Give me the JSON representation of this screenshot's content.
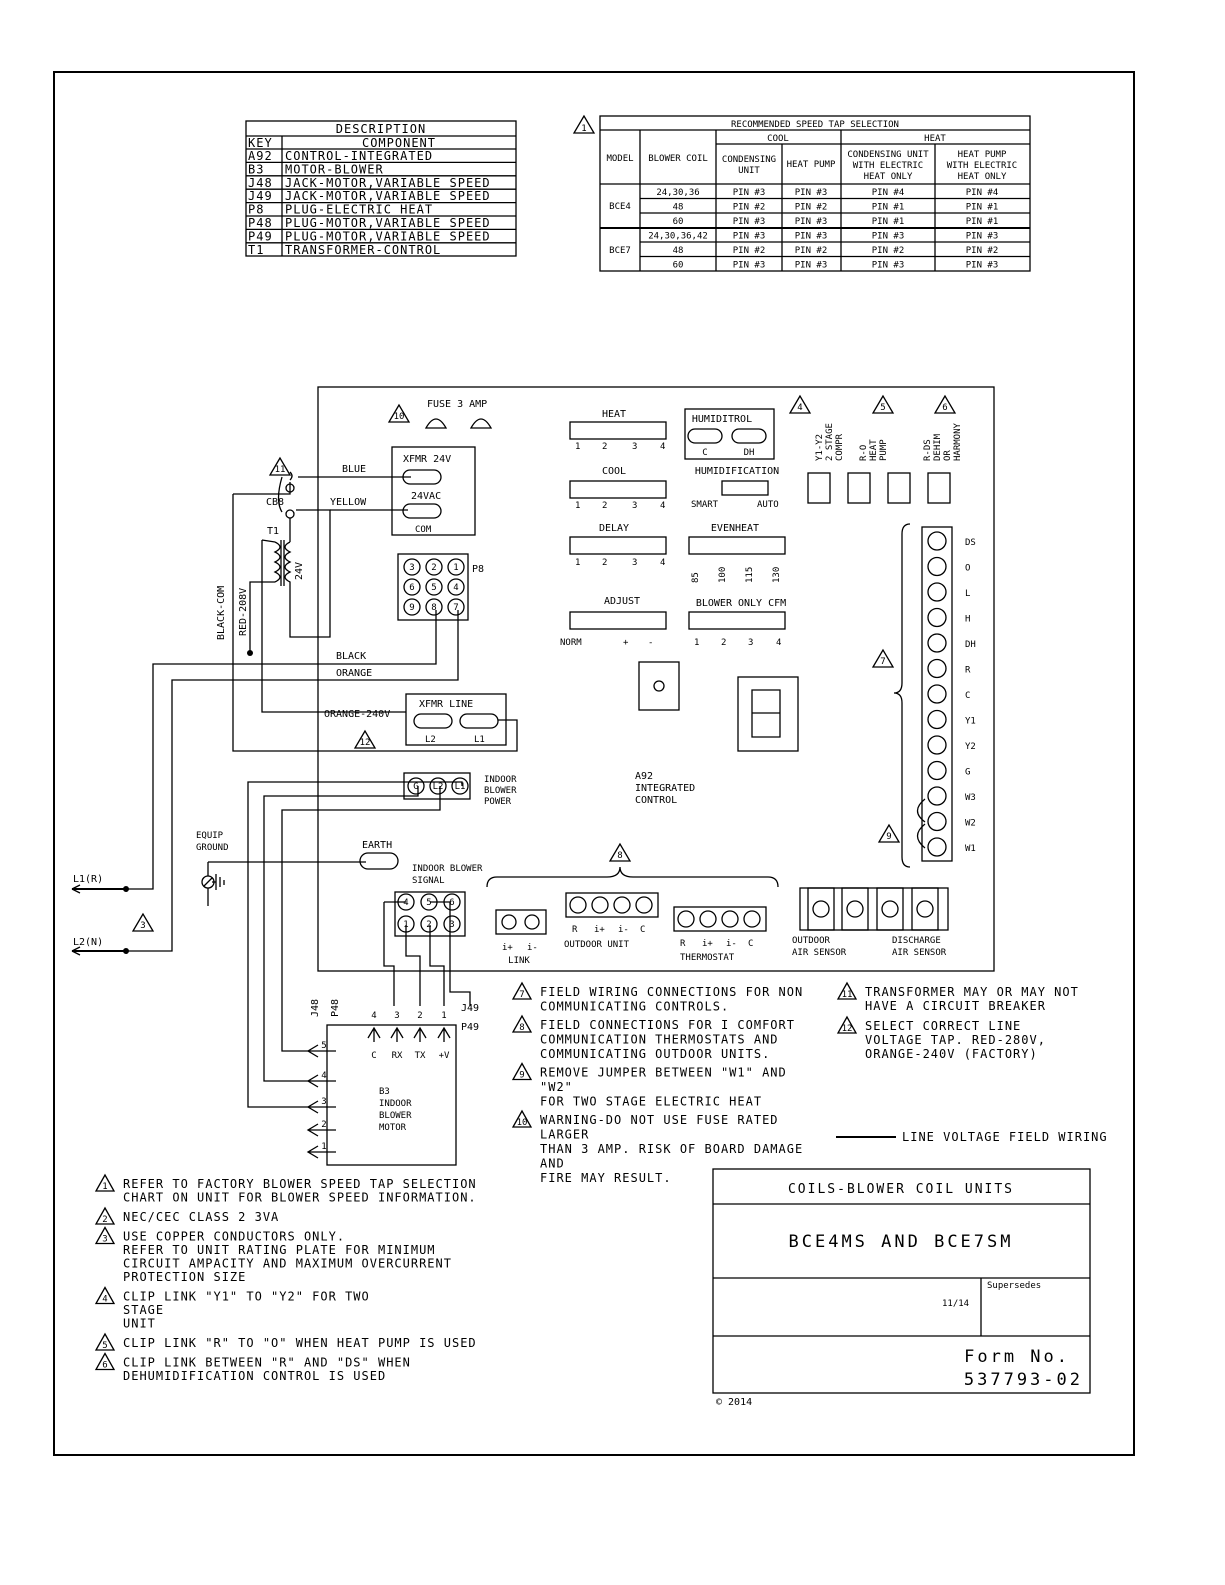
{
  "key_table": {
    "header_description": "DESCRIPTION",
    "header_key": "KEY",
    "header_component": "COMPONENT",
    "rows": [
      {
        "key": "A92",
        "component": "CONTROL-INTEGRATED"
      },
      {
        "key": "B3",
        "component": "MOTOR-BLOWER"
      },
      {
        "key": "J48",
        "component": "JACK-MOTOR,VARIABLE SPEED"
      },
      {
        "key": "J49",
        "component": "JACK-MOTOR,VARIABLE SPEED"
      },
      {
        "key": "P8",
        "component": "PLUG-ELECTRIC HEAT"
      },
      {
        "key": "P48",
        "component": "PLUG-MOTOR,VARIABLE SPEED"
      },
      {
        "key": "P49",
        "component": "PLUG-MOTOR,VARIABLE SPEED"
      },
      {
        "key": "T1",
        "component": "TRANSFORMER-CONTROL"
      }
    ]
  },
  "speed_table": {
    "note_num": "1",
    "title": "RECOMMENDED SPEED TAP SELECTION",
    "h_model": "MODEL",
    "h_blower": "BLOWER COIL",
    "h_cool": "COOL",
    "h_heat": "HEAT",
    "h_cond": [
      "CONDENSING",
      "UNIT"
    ],
    "h_hp": "HEAT PUMP",
    "h_cond_eh": [
      "CONDENSING UNIT",
      "WITH ELECTRIC",
      "HEAT ONLY"
    ],
    "h_hp_eh": [
      "HEAT PUMP",
      "WITH ELECTRIC",
      "HEAT ONLY"
    ],
    "models": [
      "BCE4",
      "BCE7"
    ],
    "rows": [
      [
        "24,30,36",
        "PIN #3",
        "PIN #3",
        "PIN #4",
        "PIN #4"
      ],
      [
        "48",
        "PIN #2",
        "PIN #2",
        "PIN #1",
        "PIN #1"
      ],
      [
        "60",
        "PIN #3",
        "PIN #3",
        "PIN #1",
        "PIN #1"
      ],
      [
        "24,30,36,42",
        "PIN #3",
        "PIN #3",
        "PIN #3",
        "PIN #3"
      ],
      [
        "48",
        "PIN #2",
        "PIN #2",
        "PIN #2",
        "PIN #2"
      ],
      [
        "60",
        "PIN #3",
        "PIN #3",
        "PIN #3",
        "PIN #3"
      ]
    ]
  },
  "board": {
    "fuse": "FUSE 3 AMP",
    "fuse_note": "10",
    "heat": "HEAT",
    "cool": "COOL",
    "delay": "DELAY",
    "adjust": "ADJUST",
    "nums4": [
      "1",
      "2",
      "3",
      "4"
    ],
    "adjust_labels": [
      "NORM",
      "+",
      "-"
    ],
    "humiditrol": "HUMIDITROL",
    "humiditrol_c": "C",
    "humiditrol_dh": "DH",
    "humidification": "HUMIDIFICATION",
    "smart": "SMART",
    "auto": "AUTO",
    "evenheat": "EVENHEAT",
    "evenheat_vals": [
      "85",
      "100",
      "115",
      "130"
    ],
    "blower_only": "BLOWER ONLY CFM",
    "link4": [
      "Y1-Y2",
      "2 STAGE",
      "COMPR"
    ],
    "link5": [
      "R-O",
      "HEAT",
      "PUMP"
    ],
    "link6": [
      "R-DS",
      "DEHIM",
      "OR",
      "HARMONY"
    ],
    "link_nums": [
      "4",
      "5",
      "6"
    ],
    "a92": [
      "A92",
      "INTEGRATED",
      "CONTROL"
    ],
    "terminals": [
      "DS",
      "O",
      "L",
      "H",
      "DH",
      "R",
      "C",
      "Y1",
      "Y2",
      "G",
      "W3",
      "W2",
      "W1"
    ],
    "term_note7": "7",
    "term_note9": "9",
    "note8": "8",
    "link_label": [
      "i+",
      "i-"
    ],
    "link_title": "LINK",
    "outdoor_unit_pins": [
      "R",
      "i+",
      "i-",
      "C"
    ],
    "outdoor_unit": "OUTDOOR UNIT",
    "thermostat_pins": [
      "R",
      "i+",
      "i-",
      "C"
    ],
    "thermostat": "THERMOSTAT",
    "outdoor_air": [
      "OUTDOOR",
      "AIR SENSOR"
    ],
    "discharge_air": [
      "DISCHARGE",
      "AIR SENSOR"
    ],
    "xfmr24": "XFMR 24V",
    "v24ac": "24VAC",
    "com": "COM",
    "xfmr_line": "XFMR LINE",
    "l2": "L2",
    "l1": "L1",
    "p8": "P8",
    "p8_pins": [
      "3",
      "2",
      "1",
      "6",
      "5",
      "4",
      "9",
      "8",
      "7"
    ],
    "indoor_power": [
      "INDOOR",
      "BLOWER",
      "POWER"
    ],
    "power_pins": [
      "G",
      "L2",
      "L1"
    ],
    "earth": "EARTH",
    "indoor_signal": [
      "INDOOR BLOWER",
      "SIGNAL"
    ],
    "signal_pins": [
      "4",
      "5",
      "6",
      "1",
      "2",
      "3"
    ]
  },
  "wiring": {
    "blue": "BLUE",
    "yellow": "YELLOW",
    "black": "BLACK",
    "orange": "ORANGE",
    "orange240": "ORANGE-240V",
    "black_com": "BLACK-COM",
    "red208": "RED-208V",
    "cb8": "CB8",
    "t1": "T1",
    "v24": "24V",
    "note11": "11",
    "note12": "12",
    "l1r": "L1(R)",
    "l2n": "L2(N)",
    "note3": "3",
    "equip_ground": [
      "EQUIP",
      "GROUND"
    ]
  },
  "motor": {
    "j48": "J48",
    "p48": "P48",
    "j49": "J49",
    "p49": "P49",
    "top_pins": [
      "4",
      "3",
      "2",
      "1"
    ],
    "top_labels": [
      "C",
      "RX",
      "TX",
      "+V"
    ],
    "side_pins": [
      "5",
      "4",
      "3",
      "2",
      "1"
    ],
    "name": [
      "B3",
      "INDOOR",
      "BLOWER",
      "MOTOR"
    ]
  },
  "notes_mid": [
    {
      "num": "7",
      "lines": [
        "FIELD WIRING CONNECTIONS FOR NON",
        "COMMUNICATING CONTROLS."
      ]
    },
    {
      "num": "8",
      "lines": [
        "FIELD CONNECTIONS FOR I COMFORT",
        "COMMUNICATION THERMOSTATS AND",
        "COMMUNICATING OUTDOOR UNITS."
      ]
    },
    {
      "num": "9",
      "lines": [
        "REMOVE JUMPER BETWEEN \"W1\" AND",
        "\"W2\"",
        "FOR TWO STAGE ELECTRIC HEAT"
      ]
    },
    {
      "num": "10",
      "lines": [
        "WARNING-DO NOT USE FUSE RATED",
        "LARGER",
        "THAN 3 AMP. RISK OF BOARD DAMAGE",
        "AND",
        "FIRE MAY RESULT."
      ]
    }
  ],
  "notes_right": [
    {
      "num": "11",
      "lines": [
        "TRANSFORMER MAY OR MAY NOT",
        "HAVE A CIRCUIT BREAKER"
      ]
    },
    {
      "num": "12",
      "lines": [
        "SELECT CORRECT LINE",
        "VOLTAGE TAP. RED-280V,",
        "ORANGE-240V (FACTORY)"
      ]
    }
  ],
  "line_voltage": "LINE VOLTAGE FIELD WIRING",
  "notes_left": [
    {
      "num": "1",
      "lines": [
        "REFER TO FACTORY BLOWER SPEED TAP SELECTION",
        "CHART ON UNIT FOR BLOWER SPEED INFORMATION."
      ]
    },
    {
      "num": "2",
      "lines": [
        "NEC/CEC CLASS 2 3VA"
      ]
    },
    {
      "num": "3",
      "lines": [
        "USE COPPER CONDUCTORS ONLY.",
        "REFER TO UNIT RATING PLATE FOR MINIMUM",
        "CIRCUIT AMPACITY AND MAXIMUM OVERCURRENT",
        "PROTECTION SIZE"
      ]
    },
    {
      "num": "4",
      "lines": [
        "CLIP LINK \"Y1\" TO \"Y2\" FOR TWO",
        "STAGE",
        "UNIT"
      ]
    },
    {
      "num": "5",
      "lines": [
        "CLIP LINK \"R\" TO \"O\" WHEN HEAT PUMP IS USED"
      ]
    },
    {
      "num": "6",
      "lines": [
        "CLIP LINK BETWEEN \"R\" AND \"DS\" WHEN",
        "DEHUMIDIFICATION CONTROL IS USED"
      ]
    }
  ],
  "title_block": {
    "category": "COILS-BLOWER COIL UNITS",
    "models": "BCE4MS AND BCE7SM",
    "date": "11/14",
    "supersedes": "Supersedes",
    "form_label": "Form No.",
    "form_number": "537793-02",
    "copyright": "© 2014"
  }
}
